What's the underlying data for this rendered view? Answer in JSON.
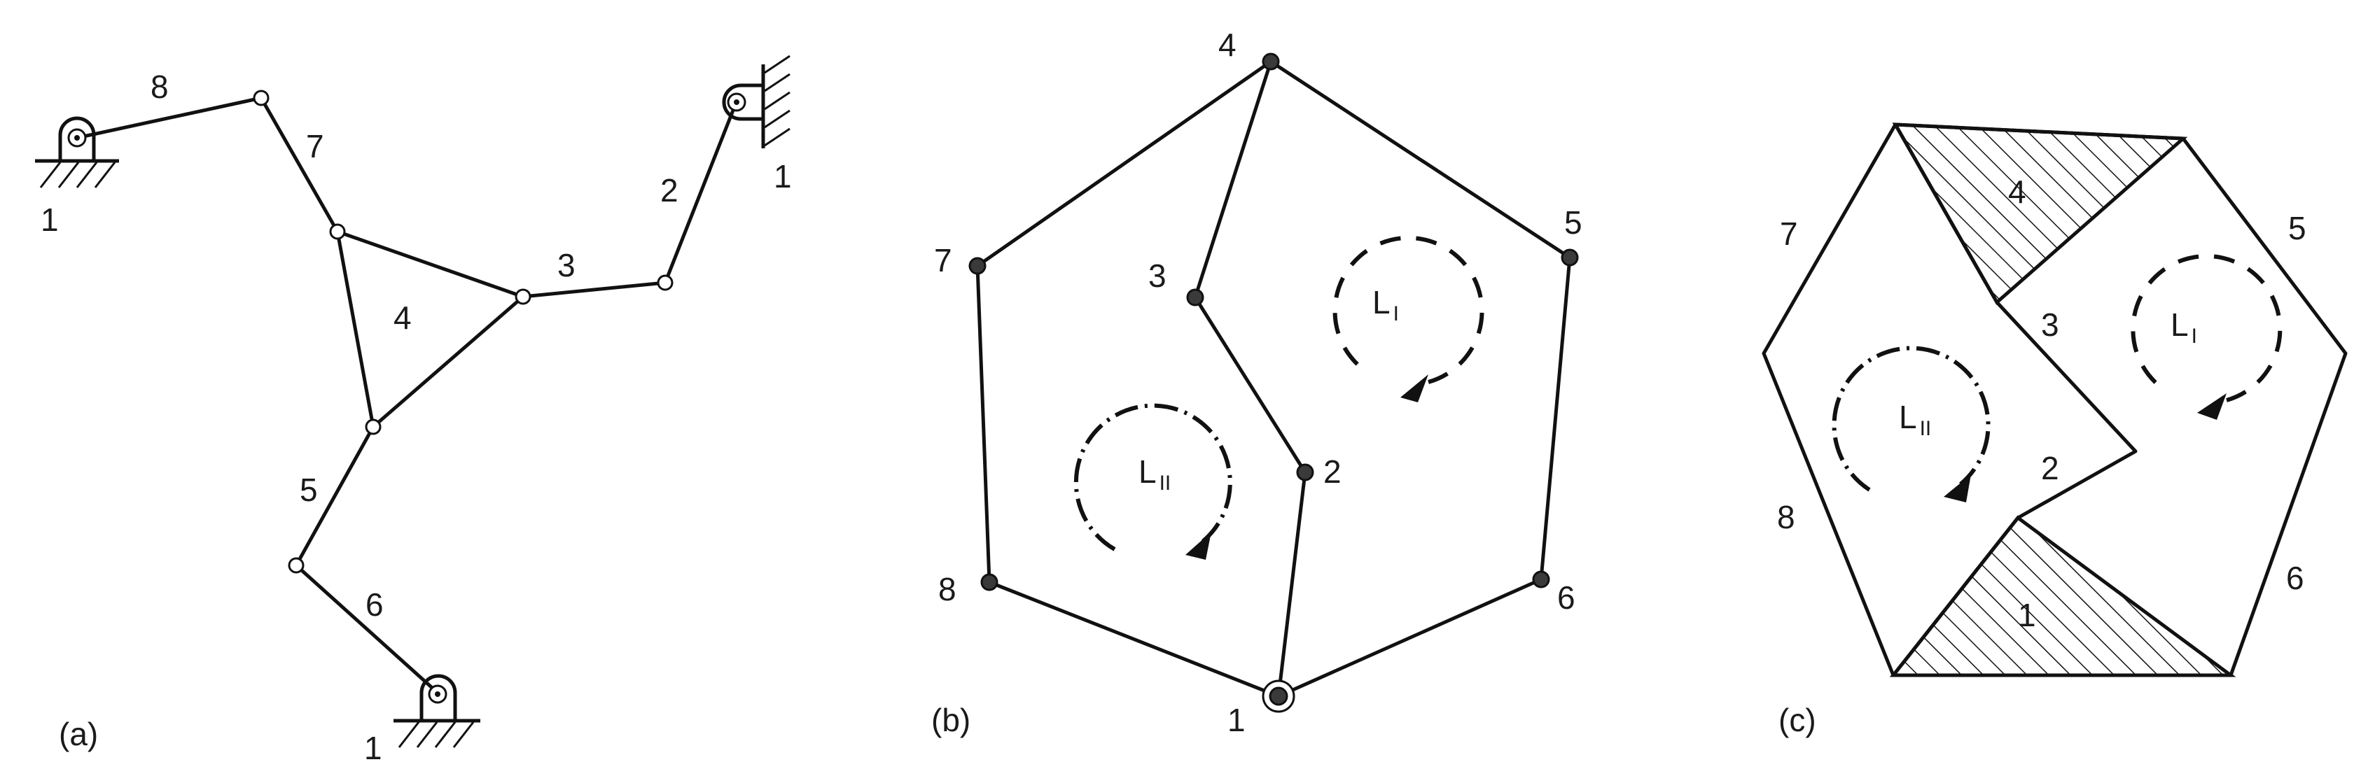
{
  "panels": {
    "a": {
      "caption": "(a)",
      "link_labels": [
        "8",
        "7",
        "4",
        "3",
        "2",
        "5",
        "6"
      ],
      "ground_labels": [
        "1",
        "1",
        "1"
      ]
    },
    "b": {
      "caption": "(b)",
      "node_labels": [
        "1",
        "2",
        "3",
        "4",
        "5",
        "6",
        "7",
        "8"
      ],
      "loop_1": {
        "main": "L",
        "sub": "I"
      },
      "loop_2": {
        "main": "L",
        "sub": "II"
      }
    },
    "c": {
      "caption": "(c)",
      "region_labels": [
        "1",
        "2",
        "3",
        "4",
        "5",
        "6",
        "7",
        "8"
      ],
      "loop_1": {
        "main": "L",
        "sub": "I"
      },
      "loop_2": {
        "main": "L",
        "sub": "II"
      }
    }
  }
}
